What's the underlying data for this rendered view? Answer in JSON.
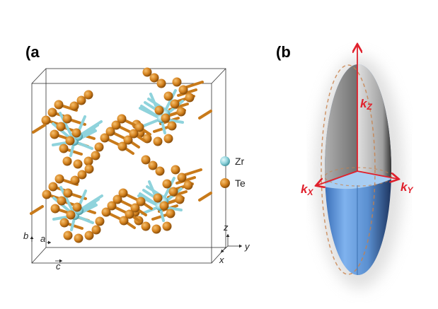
{
  "panel_a": {
    "label": "(a",
    "legend": [
      {
        "element": "Zr",
        "color": "#8fd3dc"
      },
      {
        "element": "Te",
        "color": "#d4821e"
      }
    ],
    "lattice_axes": {
      "b": "b",
      "a": "a",
      "c": "c"
    },
    "cartesian_axes": {
      "z": "z",
      "y": "y",
      "x": "x"
    }
  },
  "panel_b": {
    "label": "(b",
    "axes": {
      "kz": {
        "k": "k",
        "sub": "Z"
      },
      "kx": {
        "k": "k",
        "sub": "X"
      },
      "ky": {
        "k": "k",
        "sub": "Y"
      }
    },
    "arrow_color": "#e0202c",
    "ellipsoid_color": "#5a8fd0"
  }
}
